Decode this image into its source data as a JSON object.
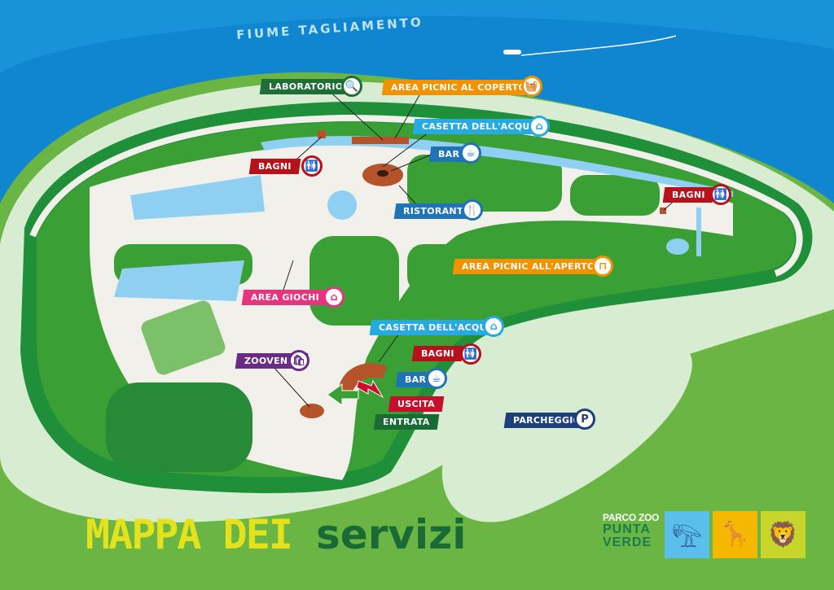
{
  "river": "FIUME TAGLIAMENTO",
  "title": {
    "part1": "MAPPA DEI",
    "part2": "servizi"
  },
  "logo": {
    "line1": "PARCO ZOO",
    "line2": "PUNTA",
    "line3": "VERDE"
  },
  "colors": {
    "sea": "#0f86cf",
    "beach": "#d8ecd2",
    "grass": "#6ab544",
    "park": "#3aa035",
    "path": "#f2f0ea",
    "water": "#8fd0f2"
  },
  "labels": [
    {
      "id": "laboratorio",
      "text": "LABORATORIO",
      "color": "#1f6e3a",
      "icon": "magnifier-eye-icon",
      "glyph": "🔍"
    },
    {
      "id": "picnic-coperto",
      "text": "AREA PICNIC AL COPERTO",
      "color": "#f39200",
      "icon": "picnic-basket-icon",
      "glyph": "🧺"
    },
    {
      "id": "casetta-1",
      "text": "CASETTA DELL'ACQUA",
      "color": "#27a9e1",
      "icon": "water-house-icon",
      "glyph": "⌂"
    },
    {
      "id": "bar-1",
      "text": "BAR",
      "color": "#1f73b7",
      "icon": "coffee-cup-icon",
      "glyph": "☕"
    },
    {
      "id": "bagni-1",
      "text": "BAGNI",
      "color": "#b5121b",
      "icon": "restroom-accessible-icon",
      "glyph": "🚻"
    },
    {
      "id": "ristorante",
      "text": "RISTORANTE",
      "color": "#1f73b7",
      "icon": "fork-knife-icon",
      "glyph": "🍴"
    },
    {
      "id": "bagni-2",
      "text": "BAGNI",
      "color": "#b5121b",
      "icon": "restroom-icon",
      "glyph": "🚻"
    },
    {
      "id": "picnic-aperto",
      "text": "AREA PICNIC ALL'APERTO",
      "color": "#f39200",
      "icon": "picnic-table-icon",
      "glyph": "⊓"
    },
    {
      "id": "giochi",
      "text": "AREA GIOCHI",
      "color": "#e6347f",
      "icon": "playground-icon",
      "glyph": "⌂"
    },
    {
      "id": "casetta-2",
      "text": "CASETTA DELL'ACQUA",
      "color": "#27a9e1",
      "icon": "water-house-icon",
      "glyph": "⌂"
    },
    {
      "id": "bagni-3",
      "text": "BAGNI",
      "color": "#b5121b",
      "icon": "restroom-accessible-icon",
      "glyph": "🚻"
    },
    {
      "id": "zoovenir",
      "text": "ZOOVENIR",
      "color": "#6a2b85",
      "icon": "shopping-bag-icon",
      "glyph": "🛍"
    },
    {
      "id": "bar-2",
      "text": "BAR",
      "color": "#1f73b7",
      "icon": "coffee-cup-icon",
      "glyph": "☕"
    },
    {
      "id": "uscita",
      "text": "USCITA",
      "color": "#c8102e"
    },
    {
      "id": "entrata",
      "text": "ENTRATA",
      "color": "#1a6a35"
    },
    {
      "id": "parcheggio",
      "text": "PARCHEGGIO",
      "color": "#1d3f7a",
      "icon": "parking-icon",
      "glyph": "P"
    }
  ]
}
